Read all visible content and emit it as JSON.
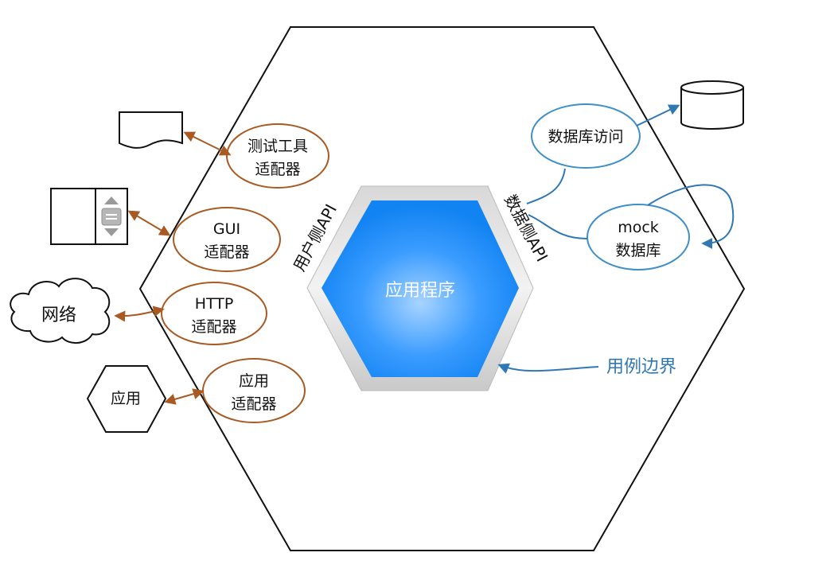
{
  "core": {
    "label": "应用程序"
  },
  "api": {
    "user_side": "用户侧API",
    "data_side": "数据侧API"
  },
  "adapters_left": [
    {
      "id": "test",
      "line1": "测试工具",
      "line2": "适配器"
    },
    {
      "id": "gui",
      "line1": "GUI",
      "line2": "适配器"
    },
    {
      "id": "http",
      "line1": "HTTP",
      "line2": "适配器"
    },
    {
      "id": "app",
      "line1": "应用",
      "line2": "适配器"
    }
  ],
  "adapters_right": [
    {
      "id": "db-access",
      "line1": "数据库访问"
    },
    {
      "id": "mock-db",
      "line1": "mock",
      "line2": "数据库"
    }
  ],
  "external": {
    "network": "网络",
    "app": "应用"
  },
  "boundary": {
    "label": "用例边界"
  },
  "colors": {
    "adapter_left": "#a85a22",
    "adapter_right": "#3f8fc9",
    "core_blue": "#1e90ff",
    "boundary_text": "#2f78b5"
  }
}
